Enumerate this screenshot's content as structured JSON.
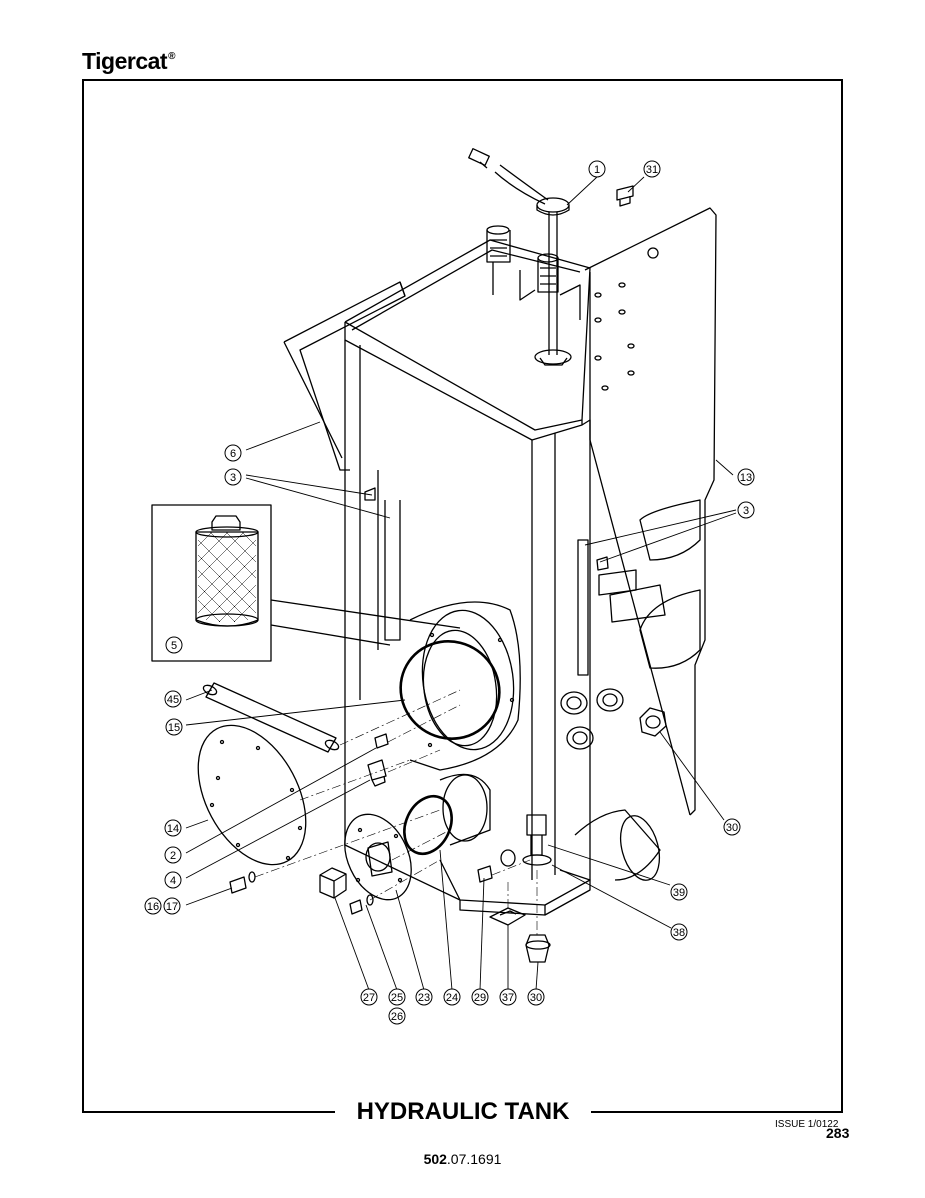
{
  "header": {
    "brand": "Tigercat",
    "brand_mark": "®"
  },
  "footer": {
    "title": "HYDRAULIC TANK",
    "issue": "ISSUE 1/0122",
    "page_number": "283",
    "part_number_bold": "502",
    "part_number_rest": ".07.1691"
  },
  "callouts": {
    "c1": "1",
    "c31": "31",
    "c6": "6",
    "c3a": "3",
    "c13": "13",
    "c3b": "3",
    "c5": "5",
    "c45": "45",
    "c15": "15",
    "c30a": "30",
    "c14": "14",
    "c2": "2",
    "c4": "4",
    "c16": "16",
    "c17": "17",
    "c39": "39",
    "c38": "38",
    "c27": "27",
    "c25": "25",
    "c26": "26",
    "c23": "23",
    "c24": "24",
    "c29": "29",
    "c37": "37",
    "c30b": "30"
  }
}
